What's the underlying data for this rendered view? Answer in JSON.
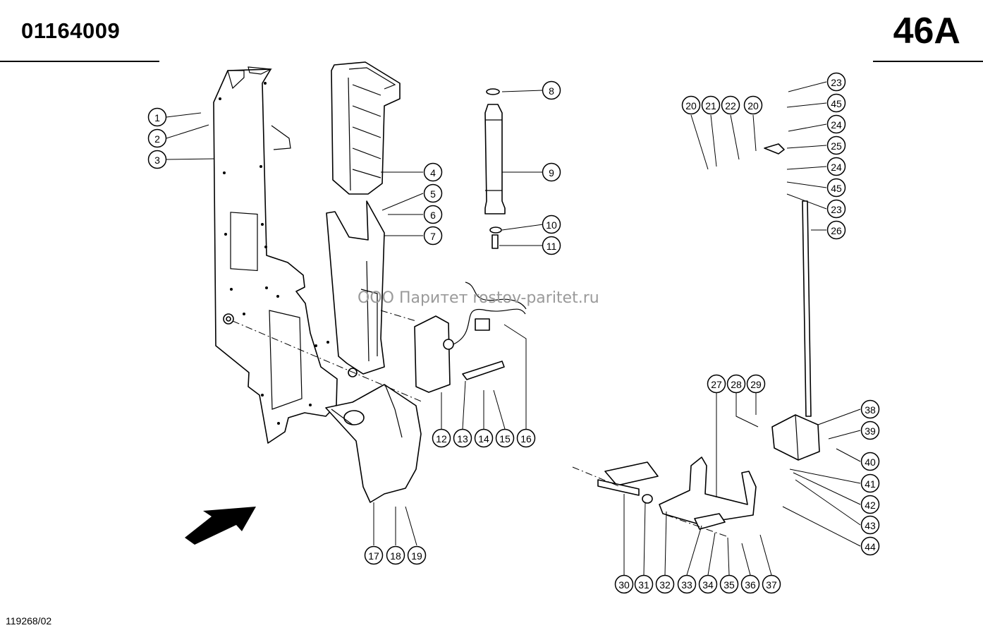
{
  "header": {
    "doc_code": "01164009",
    "page_id": "46A"
  },
  "footer": {
    "drawing_code": "119268/02"
  },
  "watermark": {
    "text": "ООО Паритет   rostov-paritet.ru"
  },
  "callouts": [
    {
      "label": "1"
    },
    {
      "label": "2"
    },
    {
      "label": "3"
    },
    {
      "label": "4"
    },
    {
      "label": "5"
    },
    {
      "label": "6"
    },
    {
      "label": "7"
    },
    {
      "label": "8"
    },
    {
      "label": "9"
    },
    {
      "label": "10"
    },
    {
      "label": "11"
    },
    {
      "label": "12"
    },
    {
      "label": "13"
    },
    {
      "label": "14"
    },
    {
      "label": "15"
    },
    {
      "label": "16"
    },
    {
      "label": "17"
    },
    {
      "label": "18"
    },
    {
      "label": "19"
    },
    {
      "label": "20"
    },
    {
      "label": "21"
    },
    {
      "label": "22"
    },
    {
      "label": "20"
    },
    {
      "label": "23"
    },
    {
      "label": "45"
    },
    {
      "label": "24"
    },
    {
      "label": "25"
    },
    {
      "label": "24"
    },
    {
      "label": "45"
    },
    {
      "label": "23"
    },
    {
      "label": "26"
    },
    {
      "label": "27"
    },
    {
      "label": "28"
    },
    {
      "label": "29"
    },
    {
      "label": "38"
    },
    {
      "label": "39"
    },
    {
      "label": "40"
    },
    {
      "label": "41"
    },
    {
      "label": "42"
    },
    {
      "label": "43"
    },
    {
      "label": "44"
    },
    {
      "label": "30"
    },
    {
      "label": "31"
    },
    {
      "label": "32"
    },
    {
      "label": "33"
    },
    {
      "label": "34"
    },
    {
      "label": "35"
    },
    {
      "label": "36"
    },
    {
      "label": "37"
    }
  ]
}
